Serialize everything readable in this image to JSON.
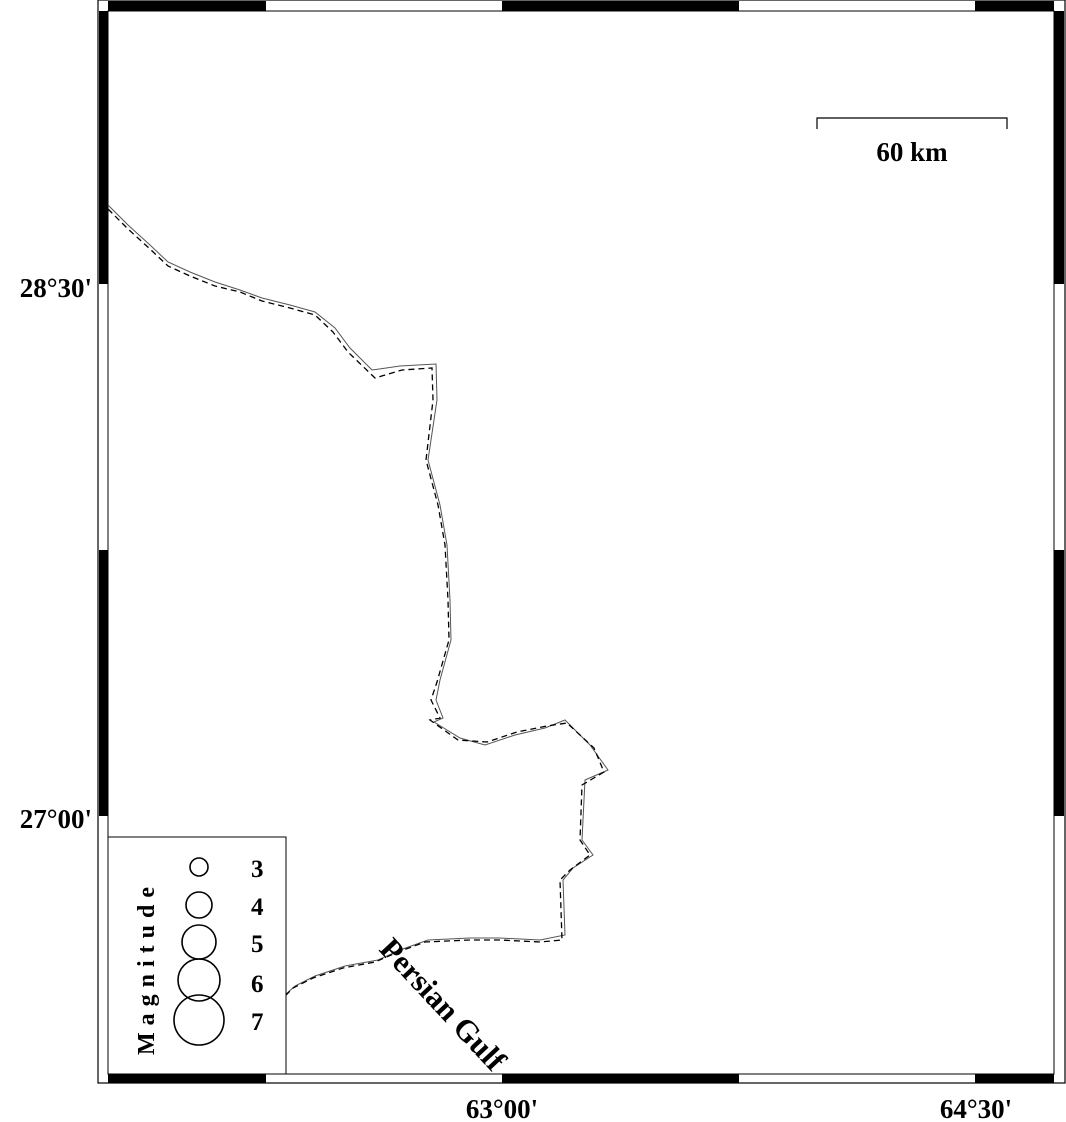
{
  "map": {
    "lat_labels": [
      "28°30'",
      "27°00'"
    ],
    "lon_labels": [
      "63°00'",
      "64°30'"
    ],
    "scale_bar": {
      "label": "60 km"
    },
    "place_label": "Persian Gulf",
    "legend": {
      "title": "Magnitude",
      "items": [
        "3",
        "4",
        "5",
        "6",
        "7"
      ]
    }
  }
}
